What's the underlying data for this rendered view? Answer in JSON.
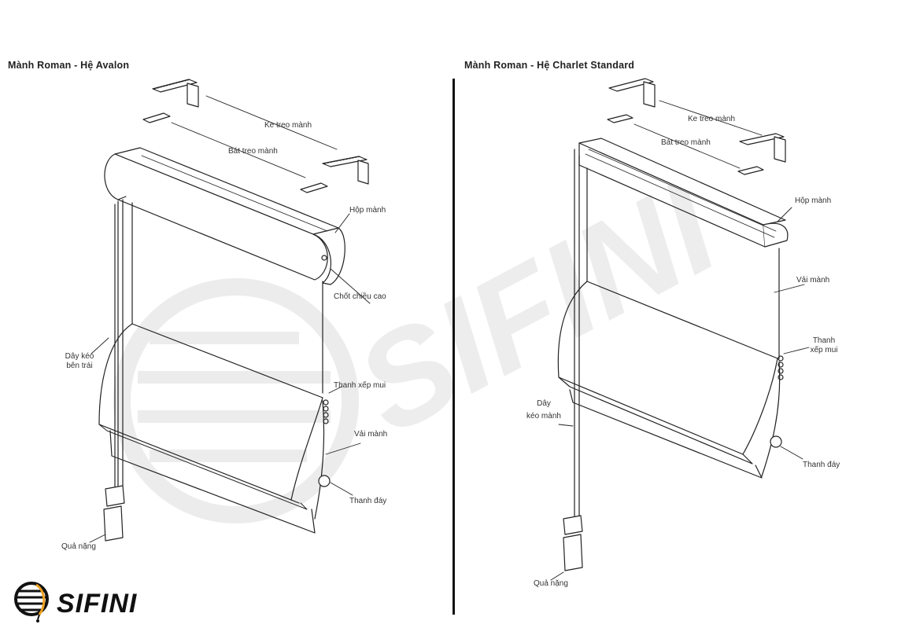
{
  "left_diagram": {
    "title": "Mành Roman - Hệ Avalon",
    "labels": {
      "ke_treo": "Ke treo mành",
      "bat_treo": "Bát treo mành",
      "hop_manh": "Hộp mành",
      "chot_chieu_cao": "Chốt chiều cao",
      "day_keo_line1": "Dây kéo",
      "day_keo_line2": "bên trái",
      "thanh_xep_mui": "Thanh xếp mui",
      "vai_manh": "Vải mành",
      "thanh_day": "Thanh đáy",
      "qua_nang": "Quả nặng"
    }
  },
  "right_diagram": {
    "title": "Mành Roman - Hệ Charlet Standard",
    "labels": {
      "ke_treo": "Ke treo mành",
      "bat_treo": "Bát treo mành",
      "hop_manh": "Hộp mành",
      "vai_manh": "Vải mành",
      "thanh_xep_line1": "Thanh",
      "thanh_xep_line2": "xếp mui",
      "day_keo_line1": "Dây",
      "day_keo_line2": "kéo mành",
      "thanh_day": "Thanh đáy",
      "qua_nang": "Quả nặng"
    }
  },
  "logo": {
    "text": "SIFINI",
    "accent_color": "#f0a020"
  },
  "watermark": {
    "text": "SIFINI",
    "color": "#ebebeb"
  }
}
